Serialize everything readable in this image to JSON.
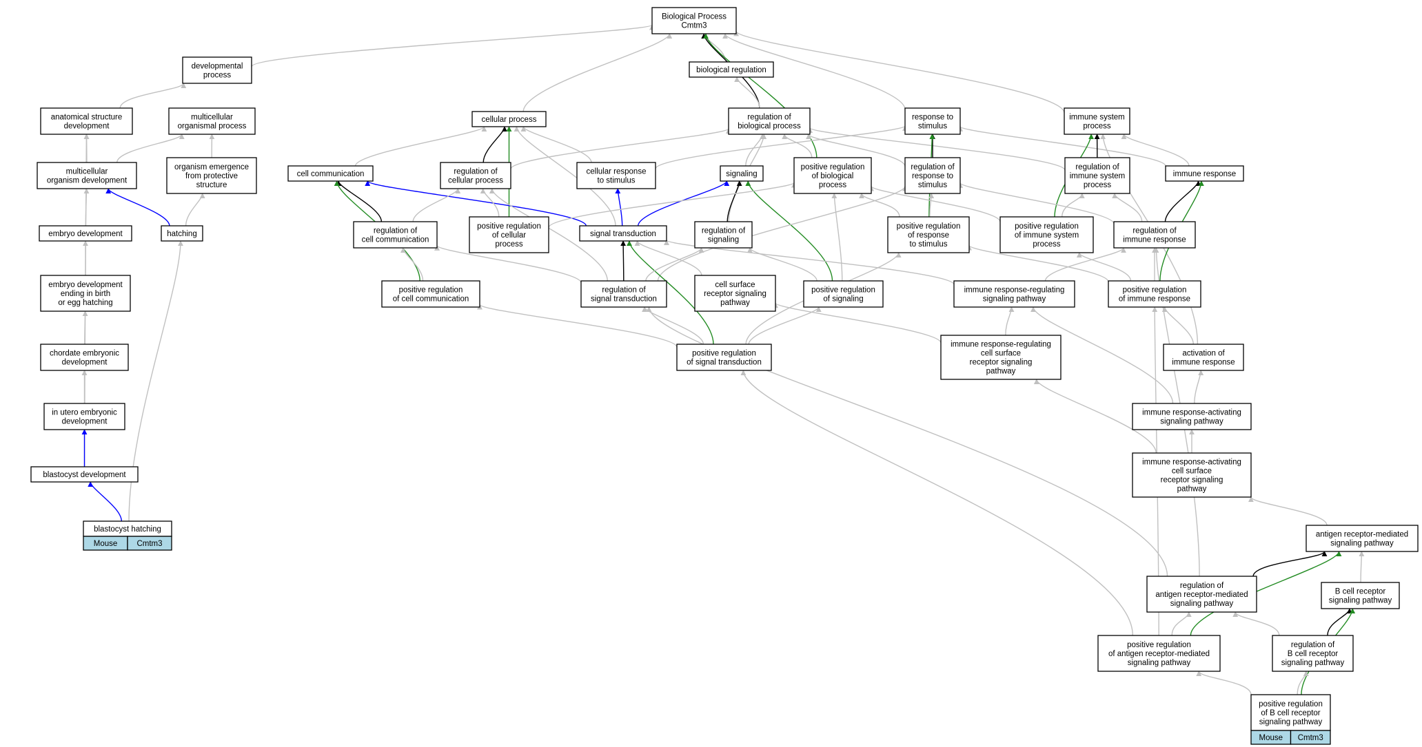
{
  "colors": {
    "edge_default": "#c0c0c0",
    "edge_is_a": "#000000",
    "edge_part_of": "#0000ff",
    "edge_regulates": "#228b22",
    "tag_fill": "#add8e6"
  },
  "nodes": [
    {
      "id": "bp",
      "lines": [
        "Biological Process",
        "Cmtm3"
      ]
    },
    {
      "id": "dev",
      "lines": [
        "developmental",
        "process"
      ]
    },
    {
      "id": "bioreg",
      "lines": [
        "biological regulation"
      ]
    },
    {
      "id": "asd",
      "lines": [
        "anatomical structure",
        "development"
      ]
    },
    {
      "id": "mop",
      "lines": [
        "multicellular",
        "organismal process"
      ]
    },
    {
      "id": "cp",
      "lines": [
        "cellular process"
      ]
    },
    {
      "id": "rbp",
      "lines": [
        "regulation of",
        "biological process"
      ]
    },
    {
      "id": "rts",
      "lines": [
        "response to",
        "stimulus"
      ]
    },
    {
      "id": "isp",
      "lines": [
        "immune system",
        "process"
      ]
    },
    {
      "id": "mod",
      "lines": [
        "multicellular",
        "organism development"
      ]
    },
    {
      "id": "oe",
      "lines": [
        "organism emergence",
        "from protective",
        "structure"
      ]
    },
    {
      "id": "cc",
      "lines": [
        "cell communication"
      ]
    },
    {
      "id": "rcp",
      "lines": [
        "regulation of",
        "cellular process"
      ]
    },
    {
      "id": "crs",
      "lines": [
        "cellular response",
        "to stimulus"
      ]
    },
    {
      "id": "sig",
      "lines": [
        "signaling"
      ]
    },
    {
      "id": "prbp",
      "lines": [
        "positive regulation",
        "of biological",
        "process"
      ]
    },
    {
      "id": "rrs",
      "lines": [
        "regulation of",
        "response to",
        "stimulus"
      ]
    },
    {
      "id": "risp",
      "lines": [
        "regulation of",
        "immune system",
        "process"
      ]
    },
    {
      "id": "ir",
      "lines": [
        "immune response"
      ]
    },
    {
      "id": "ed",
      "lines": [
        "embryo development"
      ]
    },
    {
      "id": "hat",
      "lines": [
        "hatching"
      ]
    },
    {
      "id": "rccm",
      "lines": [
        "regulation of",
        "cell communication"
      ]
    },
    {
      "id": "prcp",
      "lines": [
        "positive regulation",
        "of cellular",
        "process"
      ]
    },
    {
      "id": "st",
      "lines": [
        "signal transduction"
      ]
    },
    {
      "id": "rsig",
      "lines": [
        "regulation of",
        "signaling"
      ]
    },
    {
      "id": "prrs",
      "lines": [
        "positive regulation",
        "of response",
        "to stimulus"
      ]
    },
    {
      "id": "prisp",
      "lines": [
        "positive regulation",
        "of immune system",
        "process"
      ]
    },
    {
      "id": "rir",
      "lines": [
        "regulation of",
        "immune response"
      ]
    },
    {
      "id": "edb",
      "lines": [
        "embryo development",
        "ending in birth",
        "or egg hatching"
      ]
    },
    {
      "id": "prcc",
      "lines": [
        "positive regulation",
        "of cell communication"
      ]
    },
    {
      "id": "rst",
      "lines": [
        "regulation of",
        "signal transduction"
      ]
    },
    {
      "id": "csr",
      "lines": [
        "cell surface",
        "receptor signaling",
        "pathway"
      ]
    },
    {
      "id": "prs",
      "lines": [
        "positive regulation",
        "of signaling"
      ]
    },
    {
      "id": "irrsp",
      "lines": [
        "immune response-regulating",
        "signaling pathway"
      ]
    },
    {
      "id": "prir",
      "lines": [
        "positive regulation",
        "of immune response"
      ]
    },
    {
      "id": "ced",
      "lines": [
        "chordate embryonic",
        "development"
      ]
    },
    {
      "id": "prst",
      "lines": [
        "positive regulation",
        "of signal transduction"
      ]
    },
    {
      "id": "irrcs",
      "lines": [
        "immune response-regulating",
        "cell surface",
        "receptor signaling",
        "pathway"
      ]
    },
    {
      "id": "air",
      "lines": [
        "activation of",
        "immune response"
      ]
    },
    {
      "id": "iued",
      "lines": [
        "in utero embryonic",
        "development"
      ]
    },
    {
      "id": "irasp",
      "lines": [
        "immune response-activating",
        "signaling pathway"
      ]
    },
    {
      "id": "bld",
      "lines": [
        "blastocyst development"
      ]
    },
    {
      "id": "iracs",
      "lines": [
        "immune response-activating",
        "cell surface",
        "receptor signaling",
        "pathway"
      ]
    },
    {
      "id": "bh",
      "lines": [
        "blastocyst hatching"
      ],
      "tags": [
        "Mouse",
        "Cmtm3"
      ]
    },
    {
      "id": "arm",
      "lines": [
        "antigen receptor-mediated",
        "signaling pathway"
      ]
    },
    {
      "id": "rarm",
      "lines": [
        "regulation of",
        "antigen receptor-mediated",
        "signaling pathway"
      ]
    },
    {
      "id": "bcr",
      "lines": [
        "B cell receptor",
        "signaling pathway"
      ]
    },
    {
      "id": "prarm",
      "lines": [
        "positive regulation",
        "of antigen receptor-mediated",
        "signaling pathway"
      ]
    },
    {
      "id": "rbcr",
      "lines": [
        "regulation of",
        "B cell receptor",
        "signaling pathway"
      ]
    },
    {
      "id": "prbcr",
      "lines": [
        "positive regulation",
        "of B cell receptor",
        "signaling pathway"
      ],
      "tags": [
        "Mouse",
        "Cmtm3"
      ]
    }
  ],
  "edges": [
    {
      "from": "dev",
      "to": "bp",
      "kind": "default"
    },
    {
      "from": "bioreg",
      "to": "bp",
      "kind": "default"
    },
    {
      "from": "cp",
      "to": "bp",
      "kind": "default"
    },
    {
      "from": "rbp",
      "to": "bp",
      "kind": "is_a"
    },
    {
      "from": "rts",
      "to": "bp",
      "kind": "default"
    },
    {
      "from": "isp",
      "to": "bp",
      "kind": "default"
    },
    {
      "from": "prbp",
      "to": "bp",
      "kind": "regulates"
    },
    {
      "from": "asd",
      "to": "dev",
      "kind": "default"
    },
    {
      "from": "rbp",
      "to": "bioreg",
      "kind": "default"
    },
    {
      "from": "mod",
      "to": "asd",
      "kind": "default"
    },
    {
      "from": "bld",
      "to": "asd",
      "kind": "default"
    },
    {
      "from": "mod",
      "to": "mop",
      "kind": "default"
    },
    {
      "from": "oe",
      "to": "mop",
      "kind": "default"
    },
    {
      "from": "cc",
      "to": "cp",
      "kind": "default"
    },
    {
      "from": "rcp",
      "to": "cp",
      "kind": "is_a"
    },
    {
      "from": "crs",
      "to": "cp",
      "kind": "default"
    },
    {
      "from": "st",
      "to": "cp",
      "kind": "default"
    },
    {
      "from": "prcp",
      "to": "cp",
      "kind": "regulates"
    },
    {
      "from": "sig",
      "to": "rbp",
      "kind": "default"
    },
    {
      "from": "prbp",
      "to": "rbp",
      "kind": "default"
    },
    {
      "from": "rrs",
      "to": "rbp",
      "kind": "default"
    },
    {
      "from": "risp",
      "to": "rbp",
      "kind": "default"
    },
    {
      "from": "rcp",
      "to": "rbp",
      "kind": "default"
    },
    {
      "from": "rsig",
      "to": "rbp",
      "kind": "default"
    },
    {
      "from": "rrs",
      "to": "rts",
      "kind": "is_a"
    },
    {
      "from": "crs",
      "to": "rts",
      "kind": "default"
    },
    {
      "from": "ir",
      "to": "rts",
      "kind": "default"
    },
    {
      "from": "prrs",
      "to": "rts",
      "kind": "regulates"
    },
    {
      "from": "risp",
      "to": "isp",
      "kind": "is_a"
    },
    {
      "from": "ir",
      "to": "isp",
      "kind": "default"
    },
    {
      "from": "prisp",
      "to": "isp",
      "kind": "regulates"
    },
    {
      "from": "air",
      "to": "isp",
      "kind": "default"
    },
    {
      "from": "ed",
      "to": "mod",
      "kind": "default"
    },
    {
      "from": "hat",
      "to": "mod",
      "kind": "part_of"
    },
    {
      "from": "hat",
      "to": "oe",
      "kind": "default"
    },
    {
      "from": "rccm",
      "to": "cc",
      "kind": "is_a"
    },
    {
      "from": "st",
      "to": "cc",
      "kind": "part_of"
    },
    {
      "from": "prcc",
      "to": "cc",
      "kind": "regulates"
    },
    {
      "from": "rccm",
      "to": "rcp",
      "kind": "default"
    },
    {
      "from": "prcp",
      "to": "rcp",
      "kind": "default"
    },
    {
      "from": "rst",
      "to": "rcp",
      "kind": "default"
    },
    {
      "from": "st",
      "to": "crs",
      "kind": "part_of"
    },
    {
      "from": "st",
      "to": "sig",
      "kind": "part_of"
    },
    {
      "from": "rsig",
      "to": "sig",
      "kind": "is_a"
    },
    {
      "from": "prs",
      "to": "sig",
      "kind": "regulates"
    },
    {
      "from": "prcp",
      "to": "prbp",
      "kind": "default"
    },
    {
      "from": "prs",
      "to": "prbp",
      "kind": "default"
    },
    {
      "from": "prrs",
      "to": "prbp",
      "kind": "default"
    },
    {
      "from": "prisp",
      "to": "prbp",
      "kind": "default"
    },
    {
      "from": "prrs",
      "to": "rrs",
      "kind": "default"
    },
    {
      "from": "rir",
      "to": "rrs",
      "kind": "default"
    },
    {
      "from": "rst",
      "to": "rrs",
      "kind": "default"
    },
    {
      "from": "prisp",
      "to": "risp",
      "kind": "default"
    },
    {
      "from": "rir",
      "to": "risp",
      "kind": "default"
    },
    {
      "from": "rir",
      "to": "ir",
      "kind": "is_a"
    },
    {
      "from": "prir",
      "to": "ir",
      "kind": "regulates"
    },
    {
      "from": "edb",
      "to": "ed",
      "kind": "default"
    },
    {
      "from": "bh",
      "to": "hat",
      "kind": "default"
    },
    {
      "from": "prcc",
      "to": "rccm",
      "kind": "default"
    },
    {
      "from": "rst",
      "to": "rccm",
      "kind": "default"
    },
    {
      "from": "csr",
      "to": "st",
      "kind": "default"
    },
    {
      "from": "rst",
      "to": "st",
      "kind": "is_a"
    },
    {
      "from": "prst",
      "to": "st",
      "kind": "regulates"
    },
    {
      "from": "irrsp",
      "to": "st",
      "kind": "default"
    },
    {
      "from": "rst",
      "to": "rsig",
      "kind": "default"
    },
    {
      "from": "prs",
      "to": "rsig",
      "kind": "default"
    },
    {
      "from": "prst",
      "to": "prrs",
      "kind": "default"
    },
    {
      "from": "prir",
      "to": "prrs",
      "kind": "default"
    },
    {
      "from": "prir",
      "to": "prisp",
      "kind": "default"
    },
    {
      "from": "prir",
      "to": "rir",
      "kind": "default"
    },
    {
      "from": "irrsp",
      "to": "rir",
      "kind": "default"
    },
    {
      "from": "rarm",
      "to": "rir",
      "kind": "default"
    },
    {
      "from": "ced",
      "to": "edb",
      "kind": "default"
    },
    {
      "from": "prst",
      "to": "prcc",
      "kind": "default"
    },
    {
      "from": "prst",
      "to": "rst",
      "kind": "default"
    },
    {
      "from": "rarm",
      "to": "rst",
      "kind": "default"
    },
    {
      "from": "irrcs",
      "to": "csr",
      "kind": "default"
    },
    {
      "from": "prst",
      "to": "prs",
      "kind": "default"
    },
    {
      "from": "irrcs",
      "to": "irrsp",
      "kind": "default"
    },
    {
      "from": "irasp",
      "to": "irrsp",
      "kind": "default"
    },
    {
      "from": "air",
      "to": "prir",
      "kind": "default"
    },
    {
      "from": "prarm",
      "to": "prir",
      "kind": "default"
    },
    {
      "from": "iued",
      "to": "ced",
      "kind": "default"
    },
    {
      "from": "prarm",
      "to": "prst",
      "kind": "default"
    },
    {
      "from": "iracs",
      "to": "irrcs",
      "kind": "default"
    },
    {
      "from": "irasp",
      "to": "air",
      "kind": "default"
    },
    {
      "from": "bld",
      "to": "iued",
      "kind": "part_of"
    },
    {
      "from": "iracs",
      "to": "irasp",
      "kind": "default"
    },
    {
      "from": "bh",
      "to": "bld",
      "kind": "part_of"
    },
    {
      "from": "arm",
      "to": "iracs",
      "kind": "default"
    },
    {
      "from": "rarm",
      "to": "arm",
      "kind": "is_a"
    },
    {
      "from": "bcr",
      "to": "arm",
      "kind": "default"
    },
    {
      "from": "prarm",
      "to": "arm",
      "kind": "regulates"
    },
    {
      "from": "prarm",
      "to": "rarm",
      "kind": "default"
    },
    {
      "from": "rbcr",
      "to": "rarm",
      "kind": "default"
    },
    {
      "from": "rbcr",
      "to": "bcr",
      "kind": "is_a"
    },
    {
      "from": "prbcr",
      "to": "bcr",
      "kind": "regulates"
    },
    {
      "from": "prbcr",
      "to": "rbcr",
      "kind": "default"
    },
    {
      "from": "prbcr",
      "to": "prarm",
      "kind": "default"
    }
  ]
}
